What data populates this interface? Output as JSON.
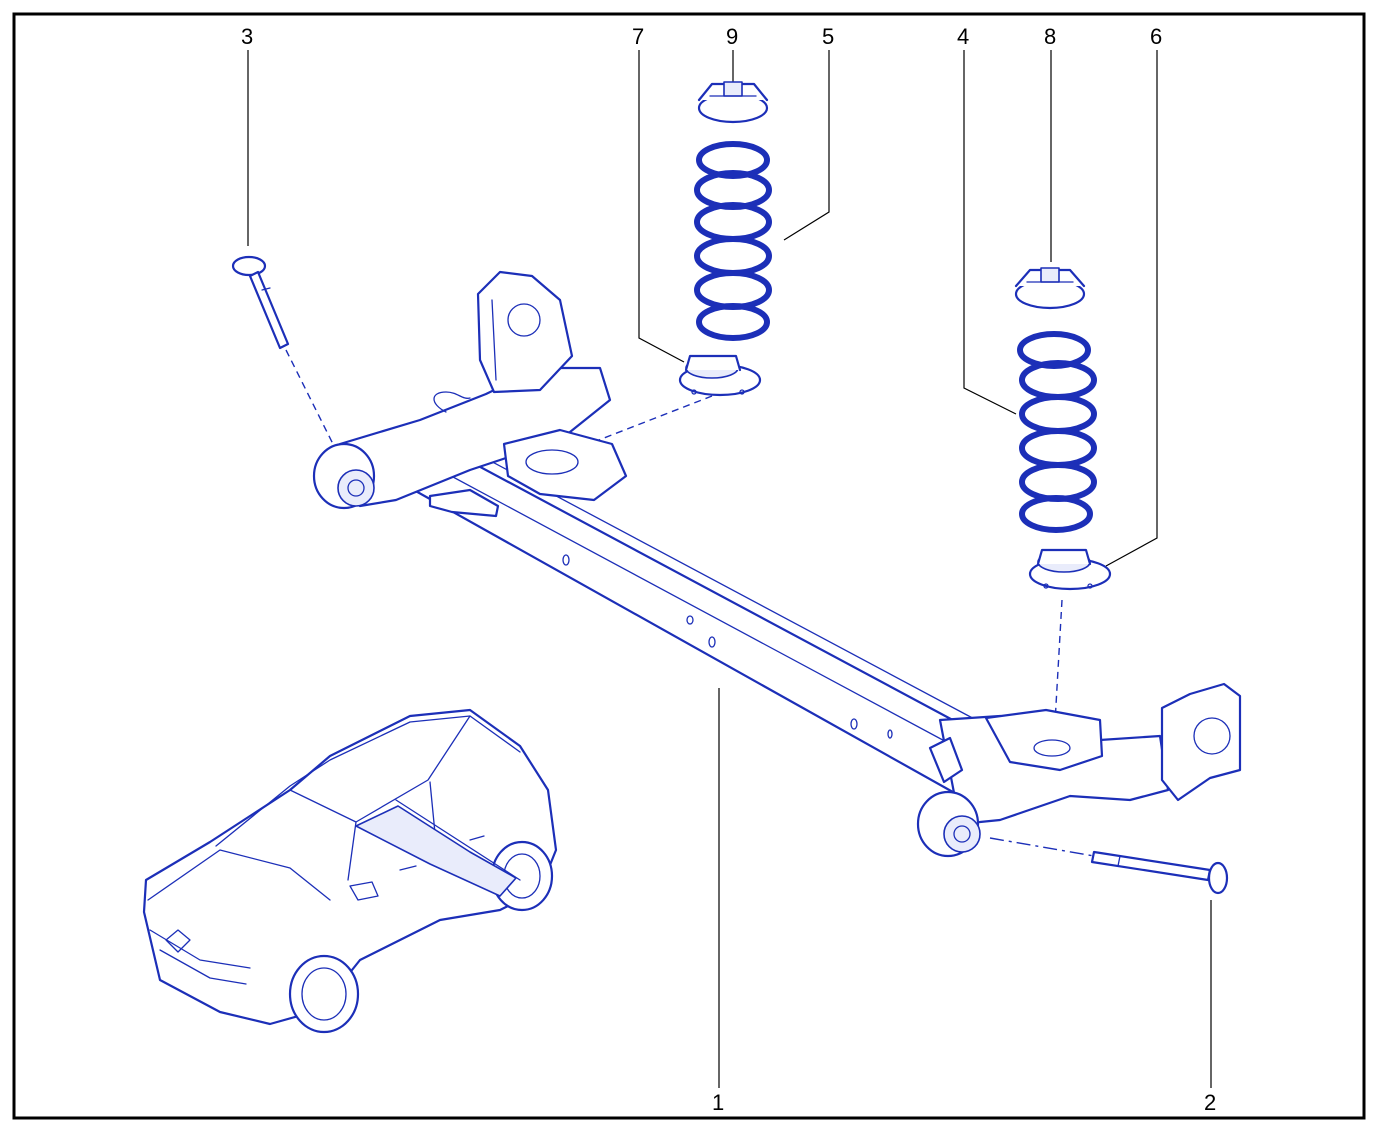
{
  "diagram": {
    "frame_color": "#000000",
    "line_color": "#1c2fb8",
    "callouts": [
      {
        "id": "c1",
        "label": "1"
      },
      {
        "id": "c2",
        "label": "2"
      },
      {
        "id": "c3",
        "label": "3"
      },
      {
        "id": "c4",
        "label": "4"
      },
      {
        "id": "c5",
        "label": "5"
      },
      {
        "id": "c6",
        "label": "6"
      },
      {
        "id": "c7",
        "label": "7"
      },
      {
        "id": "c8",
        "label": "8"
      },
      {
        "id": "c9",
        "label": "9"
      }
    ]
  }
}
